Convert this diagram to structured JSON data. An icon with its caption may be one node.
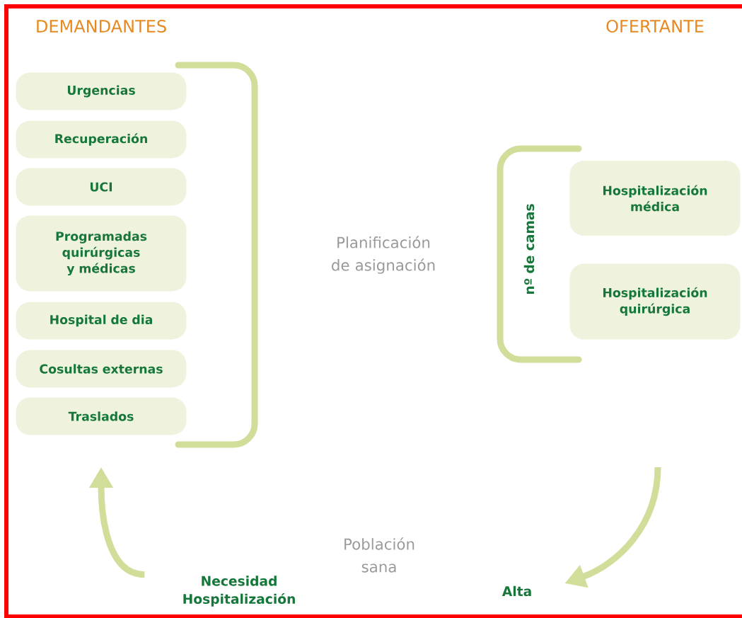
{
  "diagram": {
    "nodes": [
      {
        "text": [
          "Urgencias"
        ]
      },
      {
        "text": [
          "Recuperación"
        ]
      },
      {
        "text": [
          "UCI"
        ]
      },
      {
        "text": [
          "Programadas quirúrgicas y médicas"
        ]
      },
      {
        "text": [
          "Hospital de dia"
        ]
      },
      {
        "text": [
          "Cosultas externas"
        ]
      },
      {
        "text": [
          "Traslados"
        ]
      },
      {
        "text": [
          "Hospitalización médica"
        ]
      },
      {
        "text": [
          "Hospitalización quirúrgica"
        ]
      },
      {
        "text": [
          "Necesidad Hospitalización"
        ]
      },
      {
        "text": [
          "Alta"
        ]
      }
    ],
    "edges": [
      {
        "from": 9,
        "to": 6,
        "arrow": "to"
      },
      {
        "from": null,
        "to": 10,
        "arrow": "to"
      }
    ],
    "labels": [
      "DEMANDANTES",
      "OFERTANTE",
      "Planificación de asignación",
      "nº de camas",
      "Población sana"
    ]
  }
}
